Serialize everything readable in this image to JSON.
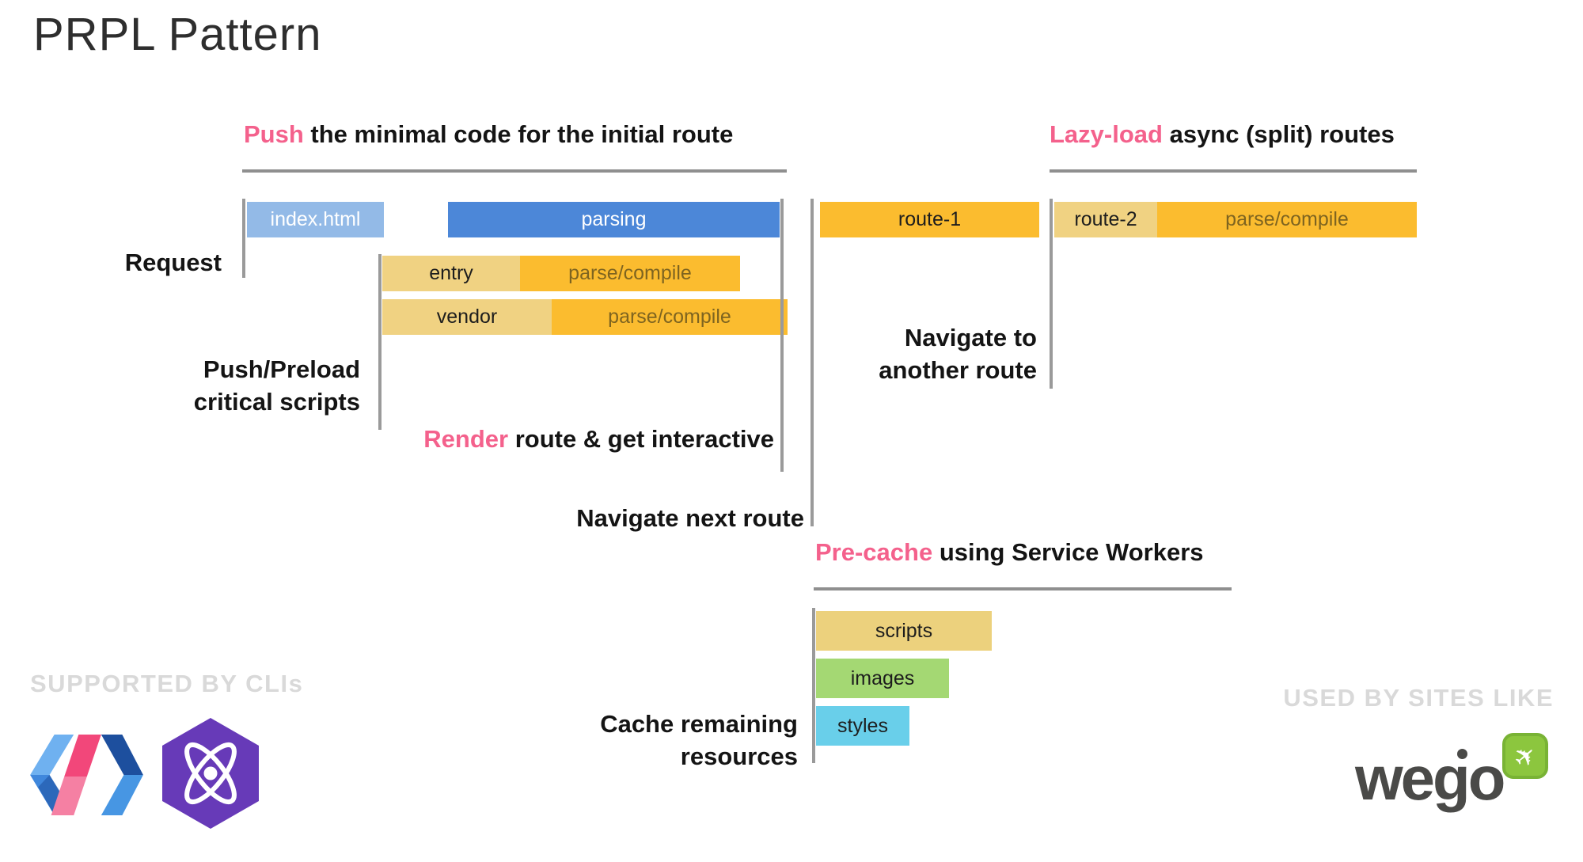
{
  "title": "PRPL Pattern",
  "headings": {
    "push": {
      "accent": "Push",
      "rest": " the minimal code for the initial route"
    },
    "lazy": {
      "accent": "Lazy-load",
      "rest": " async (split) routes"
    },
    "render": {
      "accent": "Render",
      "rest": " route & get interactive"
    },
    "precache": {
      "accent": "Pre-cache",
      "rest": " using Service Workers"
    }
  },
  "labels": {
    "request": "Request",
    "push_preload": [
      "Push/Preload",
      "critical scripts"
    ],
    "navigate_next": "Navigate next route",
    "navigate_another": [
      "Navigate to",
      "another route"
    ],
    "cache_remaining": [
      "Cache remaining",
      "resources"
    ]
  },
  "bars": {
    "index_html": "index.html",
    "parsing": "parsing",
    "entry": "entry",
    "entry_parse": "parse/compile",
    "vendor": "vendor",
    "vendor_parse": "parse/compile",
    "route1": "route-1",
    "route2": "route-2",
    "route2_parse": "parse/compile",
    "scripts": "scripts",
    "images": "images",
    "styles": "styles"
  },
  "footer": {
    "supported_by": "SUPPORTED BY CLIs",
    "used_by": "USED BY SITES LIKE",
    "wego_text": "wego"
  },
  "icons": {
    "polymer_logo": "polymer-logo",
    "preact_logo": "preact-logo",
    "airplane_glyph": "✈"
  },
  "colors": {
    "accent_pink": "#F4618C",
    "bar_blue": "#4C87D8",
    "bar_light_blue": "#93BAE7",
    "bar_amber": "#FBBC2F",
    "bar_light_amber": "#F0D282",
    "bar_tan": "#ECD17D",
    "bar_green": "#A4D873",
    "bar_cyan": "#69CFEA",
    "line_gray": "#9A9A9A",
    "footer_gray": "#D9D9D9",
    "wego_green": "#8CC63E",
    "preact_purple": "#673AB8",
    "wego_dark": "#4A4A48"
  }
}
